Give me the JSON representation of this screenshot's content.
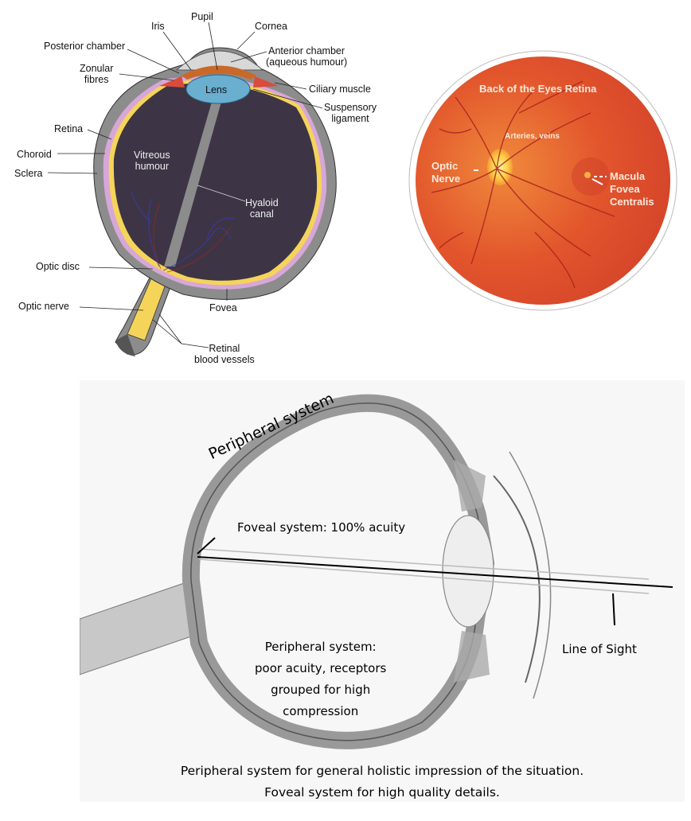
{
  "anatomy_diagram": {
    "labels": {
      "pupil": "Pupil",
      "iris": "Iris",
      "cornea": "Cornea",
      "posterior_chamber": "Posterior chamber",
      "anterior_chamber_1": "Anterior chamber",
      "anterior_chamber_2": "(aqueous humour)",
      "zonular_1": "Zonular",
      "zonular_2": "fibres",
      "lens": "Lens",
      "ciliary_muscle": "Ciliary muscle",
      "suspensory_1": "Suspensory",
      "suspensory_2": "ligament",
      "retina": "Retina",
      "choroid": "Choroid",
      "sclera": "Sclera",
      "vitreous_1": "Vitreous",
      "vitreous_2": "humour",
      "hyaloid_1": "Hyaloid",
      "hyaloid_2": "canal",
      "optic_disc": "Optic disc",
      "optic_nerve": "Optic nerve",
      "fovea": "Fovea",
      "retinal_1": "Retinal",
      "retinal_2": "blood vessels"
    },
    "colors": {
      "sclera": "#8c8c8c",
      "vitreous": "#3d3545",
      "lens": "#6aaed0",
      "iris": "#c8692a",
      "ciliary": "#d94b3c",
      "retina_yellow": "#f5d45a",
      "choroid_pink": "#d7a7d8"
    }
  },
  "retina_photo": {
    "title": "Back of the Eyes Retina",
    "arteries": "Arteries, veins",
    "optic_1": "Optic",
    "optic_2": "Nerve",
    "macula": "Macula",
    "fovea_1": "Fovea",
    "fovea_2": "Centralis",
    "colors": {
      "fundus": "#e2552c",
      "disc": "#ffd046"
    }
  },
  "vision_diagram": {
    "peripheral_arc": "Peripheral system",
    "foveal": "Foveal system: 100% acuity",
    "peripheral_1": "Peripheral system:",
    "peripheral_2": "poor acuity, receptors",
    "peripheral_3": "grouped for high",
    "peripheral_4": "compression",
    "line_of_sight": "Line of Sight",
    "caption_1": "Peripheral system for general holistic impression of the situation.",
    "caption_2": "Foveal system for high quality details."
  }
}
